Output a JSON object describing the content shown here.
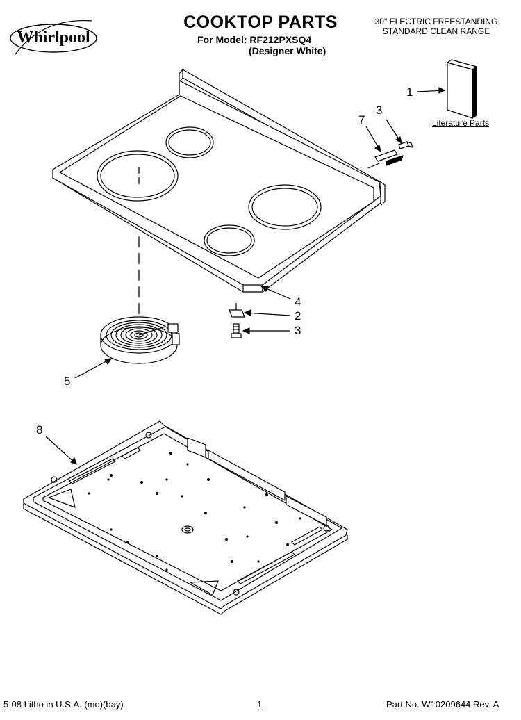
{
  "header": {
    "title": "COOKTOP PARTS",
    "model_line": "For Model: RF212PXSQ4",
    "color_line": "(Designer White)",
    "range_line_1": "30\" ELECTRIC FREESTANDING",
    "range_line_2": "STANDARD CLEAN RANGE",
    "brand_logo": "Whirlpool"
  },
  "diagram": {
    "literature_label": "Literature Parts",
    "callouts": {
      "c1": "1",
      "c3a": "3",
      "c7": "7",
      "c4": "4",
      "c2": "2",
      "c3b": "3",
      "c5": "5",
      "c8": "8"
    }
  },
  "footer": {
    "litho": "5-08 Litho in U.S.A. (mo)(bay)",
    "page": "1",
    "part_no": "Part No. W10209644 Rev. A"
  }
}
